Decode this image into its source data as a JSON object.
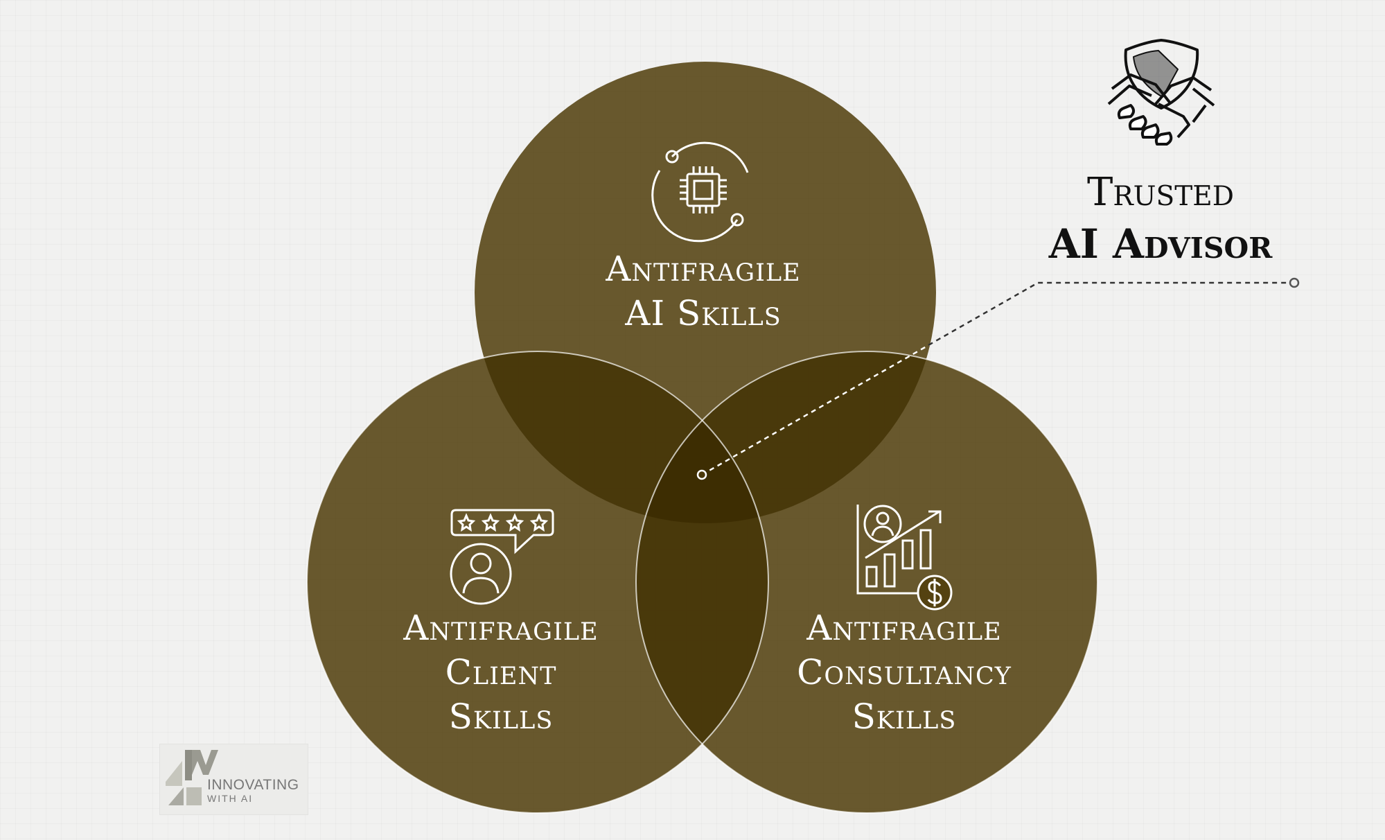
{
  "diagram": {
    "circles": [
      {
        "id": "ai",
        "lines": [
          "Antifragile",
          "AI Skills"
        ],
        "icon": "cpu-chip-orbit-icon"
      },
      {
        "id": "client",
        "lines": [
          "Antifragile",
          "Client",
          "Skills"
        ],
        "icon": "client-review-stars-icon"
      },
      {
        "id": "consultancy",
        "lines": [
          "Antifragile",
          "Consultancy",
          "Skills"
        ],
        "icon": "growth-chart-dollar-icon"
      }
    ],
    "callout": {
      "line1": "Trusted",
      "line2": "AI Advisor",
      "icon": "handshake-shield-icon"
    }
  },
  "logo": {
    "line1": "INNOVATING",
    "line2": "WITH AI",
    "icon": "iwai-monogram-icon"
  },
  "colors": {
    "background": "#f1f1f0",
    "circle_fill": "#544211",
    "overlap_fill": "#4a3708",
    "line_color": "#ffffff",
    "callout_text": "#111111"
  }
}
